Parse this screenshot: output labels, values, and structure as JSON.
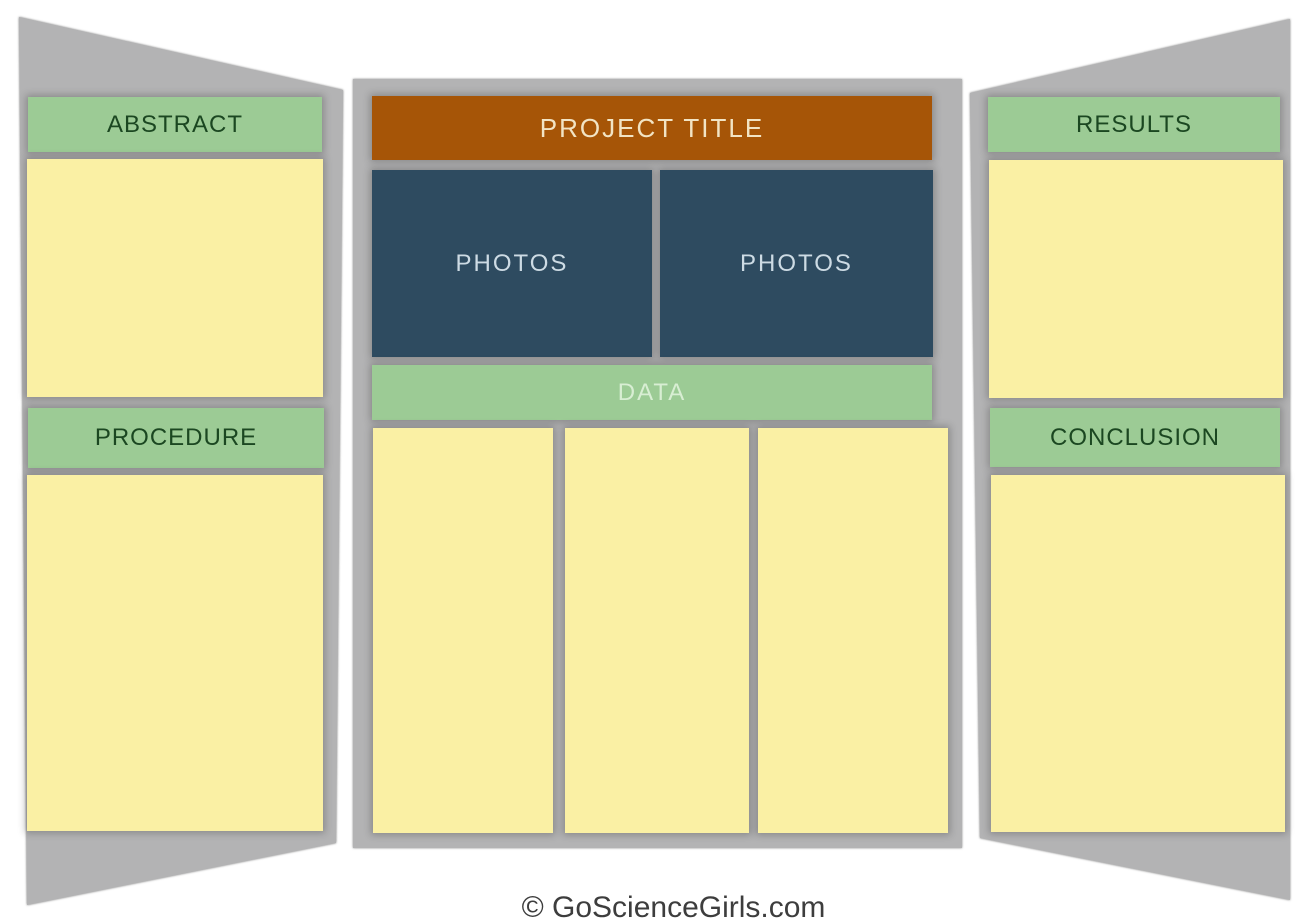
{
  "board": {
    "left_panel": {
      "sections": [
        {
          "label": "ABSTRACT"
        },
        {
          "label": "PROCEDURE"
        }
      ]
    },
    "center_panel": {
      "title": "PROJECT TITLE",
      "photos": [
        {
          "label": "PHOTOS"
        },
        {
          "label": "PHOTOS"
        }
      ],
      "data_label": "DATA",
      "content_columns": 3
    },
    "right_panel": {
      "sections": [
        {
          "label": "RESULTS"
        },
        {
          "label": "CONCLUSION"
        }
      ]
    }
  },
  "footer": {
    "copyright": "© GoScienceGirls.com"
  },
  "colors": {
    "panel_gray": "#b3b3b4",
    "header_green": "#9ccb95",
    "content_yellow": "#faf0a4",
    "photo_blue": "#2e4b60",
    "title_brown": "#a65507",
    "header_text_green": "#1b4721",
    "title_text_cream": "#f2e4c4",
    "photo_text_light": "#cddbe4",
    "data_text_light": "#d8eed3",
    "footer_text": "#3d3d3d",
    "background": "#ffffff"
  }
}
